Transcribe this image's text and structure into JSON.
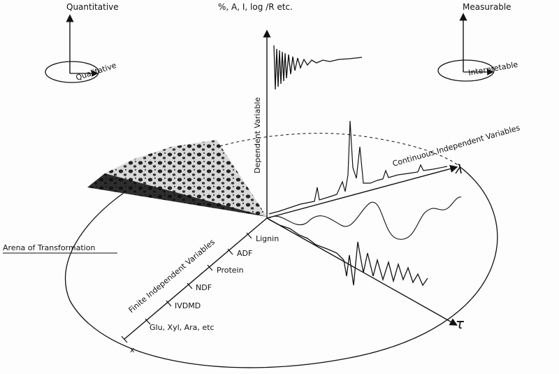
{
  "corner_left": {
    "top_label": "Quantitative",
    "side_label": "Qualitative"
  },
  "corner_right": {
    "top_label": "Measurable",
    "side_label": "Interpretable"
  },
  "axes": {
    "top_units": "%, A, I, log /R etc.",
    "dependent": "Dependent Variable",
    "continuous": "Continuous Independent Variables",
    "continuous_symbol": "λ",
    "finite": "Finite Independent Variables",
    "finite_end": "x",
    "time_symbol": "τ"
  },
  "finite_ticks": [
    "Lignin",
    "ADF",
    "Protein",
    "NDF",
    "IVDMD",
    "Glu, Xyl, Ara, etc"
  ],
  "arena_label": "Arena of Transformation",
  "colors": {
    "ink": "#111111",
    "paper": "#fdfdfd"
  }
}
